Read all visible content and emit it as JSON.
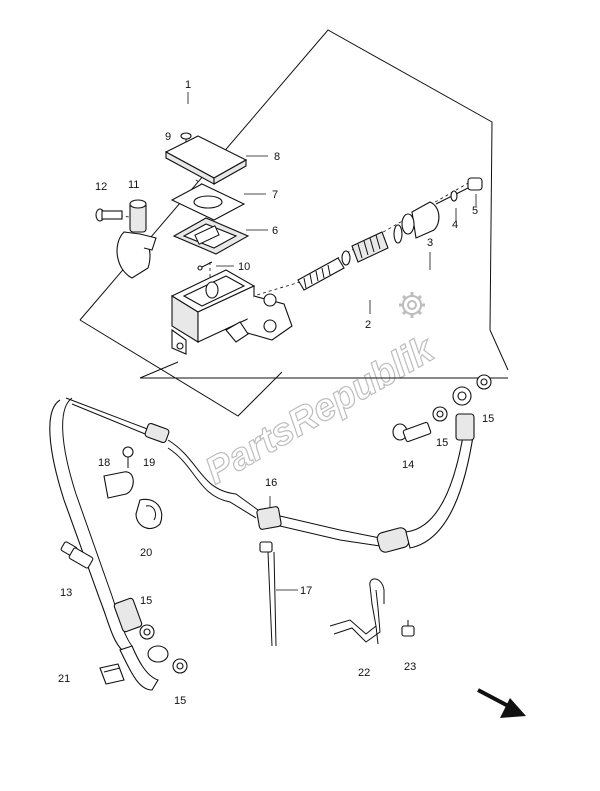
{
  "watermark": "PartsRepublik",
  "callouts": {
    "c1": "1",
    "c2": "2",
    "c3": "3",
    "c4": "4",
    "c5": "5",
    "c6": "6",
    "c7": "7",
    "c8": "8",
    "c9": "9",
    "c10": "10",
    "c11": "11",
    "c12": "12",
    "c13": "13",
    "c14": "14",
    "c15a": "15",
    "c15b": "15",
    "c15c": "15",
    "c15d": "15",
    "c16": "16",
    "c17": "17",
    "c18": "18",
    "c19": "19",
    "c20": "20",
    "c21": "21",
    "c22": "22",
    "c23": "23"
  },
  "icons": [
    "gear-icon",
    "direction-arrow-icon"
  ]
}
